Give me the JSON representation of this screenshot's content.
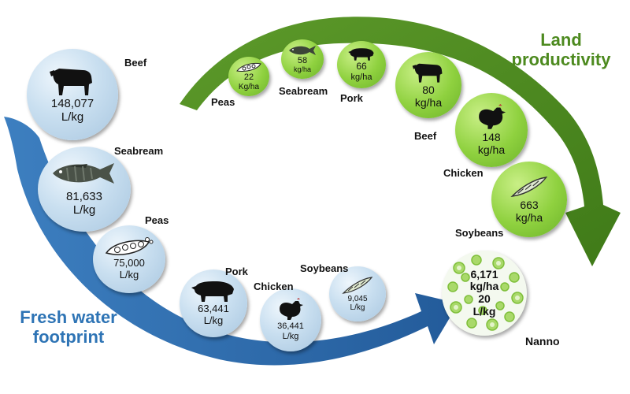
{
  "titles": {
    "water": [
      "Fresh water",
      "footprint"
    ],
    "land": [
      "Land",
      "productivity"
    ]
  },
  "colors": {
    "water_arrow": "#2e6db0",
    "land_arrow": "#4d8a1f",
    "water_title": "#2e74b5",
    "land_title": "#4d8a1f",
    "water_bubble": "#bcd6ec",
    "land_bubble": "#8fd13f"
  },
  "water": {
    "beef": {
      "label": "Beef",
      "value": "148,077",
      "unit": "L/kg",
      "icon": "cow-icon"
    },
    "seabream": {
      "label": "Seabream",
      "value": "81,633",
      "unit": "L/kg",
      "icon": "fish-icon"
    },
    "peas": {
      "label": "Peas",
      "value": "75,000",
      "unit": "L/kg",
      "icon": "pea-pod-icon"
    },
    "pork": {
      "label": "Pork",
      "value": "63,441",
      "unit": "L/kg",
      "icon": "pig-icon"
    },
    "chicken": {
      "label": "Chicken",
      "value": "36,441",
      "unit": "L/kg",
      "icon": "hen-icon"
    },
    "soybeans": {
      "label": "Soybeans",
      "value": "9,045",
      "unit": "L/kg",
      "icon": "soybean-pod-icon"
    }
  },
  "land": {
    "peas": {
      "label": "Peas",
      "value": "22",
      "unit": "Kg/ha",
      "icon": "pea-pod-icon"
    },
    "seabream": {
      "label": "Seabream",
      "value": "58",
      "unit": "kg/ha",
      "icon": "fish-icon"
    },
    "pork": {
      "label": "Pork",
      "value": "66",
      "unit": "kg/ha",
      "icon": "pig-icon"
    },
    "beef": {
      "label": "Beef",
      "value": "80",
      "unit": "kg/ha",
      "icon": "cow-icon"
    },
    "chicken": {
      "label": "Chicken",
      "value": "148",
      "unit": "kg/ha",
      "icon": "hen-icon"
    },
    "soybeans": {
      "label": "Soybeans",
      "value": "663",
      "unit": "kg/ha",
      "icon": "soybean-pod-icon"
    }
  },
  "nanno": {
    "label": "Nanno",
    "land_value": "6,171",
    "land_unit": "kg/ha",
    "water_value": "20",
    "water_unit": "L/kg",
    "icon": "algae-cells-icon"
  }
}
